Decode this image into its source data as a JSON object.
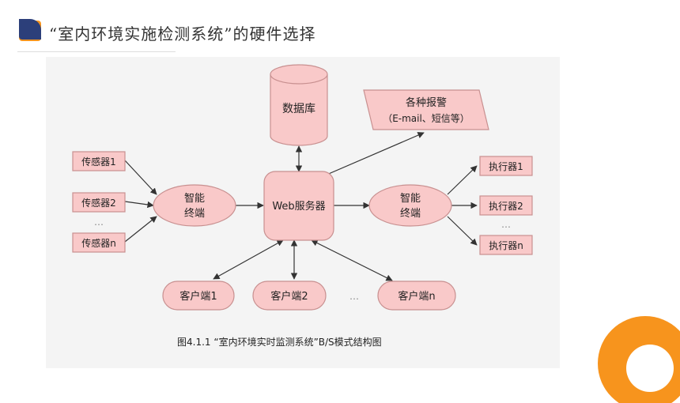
{
  "header": {
    "title": "“室内环境实施检测系统”的硬件选择"
  },
  "diagram": {
    "database": "数据库",
    "alarm_line1": "各种报警",
    "alarm_line2": "（E-mail、短信等）",
    "server": "Web服务器",
    "terminal_left_line1": "智能",
    "terminal_left_line2": "终端",
    "terminal_right_line1": "智能",
    "terminal_right_line2": "终端",
    "sensors": [
      "传感器1",
      "传感器2",
      "传感器n"
    ],
    "actuators": [
      "执行器1",
      "执行器2",
      "执行器n"
    ],
    "clients": [
      "客户端1",
      "客户端2",
      "客户端n"
    ],
    "ellipsis": "…",
    "caption": "图4.1.1    “室内环境实时监测系统”B/S模式结构图"
  },
  "colors": {
    "accent_blue": "#2c3f7a",
    "accent_orange": "#f7941d",
    "node_fill": "#f9c9c9",
    "node_stroke": "#c89090",
    "diagram_bg": "#f4f4f4"
  }
}
